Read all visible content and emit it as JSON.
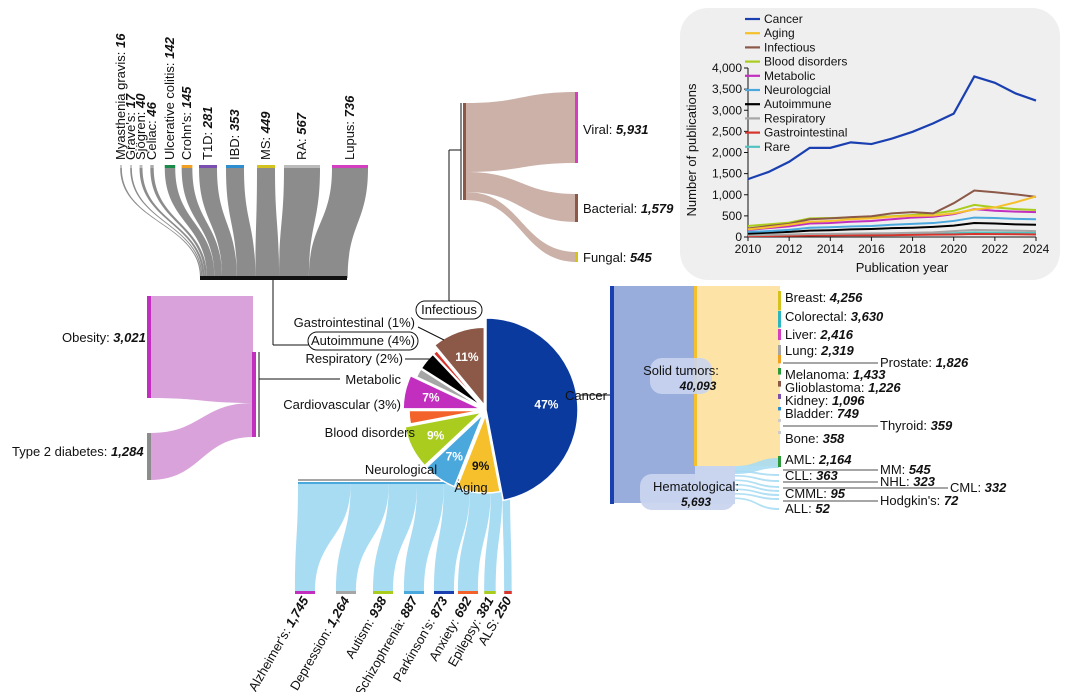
{
  "chart_data": [
    {
      "type": "pie",
      "slices": [
        {
          "label": "Cancer",
          "percent": 47,
          "pct_label": "47%",
          "color": "#0b3a9e"
        },
        {
          "label": "Aging",
          "percent": 9,
          "pct_label": "9%",
          "color": "#f5c02b"
        },
        {
          "label": "Neurological",
          "percent": 7,
          "pct_label": "7%",
          "color": "#4aa8dd"
        },
        {
          "label": "Blood disorders",
          "percent": 9,
          "pct_label": "9%",
          "color": "#a9cc1e"
        },
        {
          "label": "Cardiovascular (3%)",
          "percent": 3,
          "pct_label": "",
          "color": "#f2622a"
        },
        {
          "label": "Metabolic",
          "percent": 7,
          "pct_label": "7%",
          "color": "#c22fbf"
        },
        {
          "label": "Respiratory (2%)",
          "percent": 2,
          "pct_label": "",
          "color": "#a6a6a6"
        },
        {
          "label": "Autoimmune (4%)",
          "percent": 4,
          "pct_label": "",
          "color": "#000000"
        },
        {
          "label": "Gastrointestinal (1%)",
          "percent": 1,
          "pct_label": "",
          "color": "#d8342c"
        },
        {
          "label": "Infectious",
          "percent": 11,
          "pct_label": "11%",
          "color": "#8c5848"
        }
      ]
    },
    {
      "type": "sankey",
      "group": "Autoimmune",
      "items": [
        {
          "label": "Myasthenia gravis:",
          "value": "16"
        },
        {
          "label": "Grave's:",
          "value": "17"
        },
        {
          "label": "Sjögren:",
          "value": "40"
        },
        {
          "label": "Celiac:",
          "value": "46"
        },
        {
          "label": "Ulcerative colitis:",
          "value": "142"
        },
        {
          "label": "Crohn's:",
          "value": "145"
        },
        {
          "label": "T1D:",
          "value": "281"
        },
        {
          "label": "IBD:",
          "value": "353"
        },
        {
          "label": "MS:",
          "value": "449"
        },
        {
          "label": "RA:",
          "value": "567"
        },
        {
          "label": "Lupus:",
          "value": "736"
        }
      ]
    },
    {
      "type": "sankey",
      "group": "Infectious",
      "items": [
        {
          "label": "Viral:",
          "value": "5,931"
        },
        {
          "label": "Bacterial:",
          "value": "1,579"
        },
        {
          "label": "Fungal:",
          "value": "545"
        }
      ]
    },
    {
      "type": "sankey",
      "group": "Metabolic",
      "items": [
        {
          "label": "Obesity:",
          "value": "3,021"
        },
        {
          "label": "Type 2 diabetes:",
          "value": "1,284"
        }
      ]
    },
    {
      "type": "sankey",
      "group": "Neurological",
      "items": [
        {
          "label": "Alzheimer's:",
          "value": "1,745"
        },
        {
          "label": "Depression:",
          "value": "1,264"
        },
        {
          "label": "Autism:",
          "value": "938"
        },
        {
          "label": "Schizophrenia:",
          "value": "887"
        },
        {
          "label": "Parkinson's:",
          "value": "873"
        },
        {
          "label": "Anxiety:",
          "value": "692"
        },
        {
          "label": "Epilepsy:",
          "value": "381"
        },
        {
          "label": "ALS:",
          "value": "250"
        }
      ]
    },
    {
      "type": "sankey",
      "group": "Cancer",
      "subgroups": [
        {
          "label": "Solid tumors:",
          "value": "40,093",
          "items": [
            {
              "label": "Breast:",
              "value": "4,256"
            },
            {
              "label": "Colorectal:",
              "value": "3,630"
            },
            {
              "label": "Liver:",
              "value": "2,416"
            },
            {
              "label": "Lung:",
              "value": "2,319"
            },
            {
              "label": "Prostate:",
              "value": "1,826"
            },
            {
              "label": "Melanoma:",
              "value": "1,433"
            },
            {
              "label": "Glioblastoma:",
              "value": "1,226"
            },
            {
              "label": "Kidney:",
              "value": "1,096"
            },
            {
              "label": "Bladder:",
              "value": "749"
            },
            {
              "label": "Thyroid:",
              "value": "359"
            },
            {
              "label": "Bone:",
              "value": "358"
            }
          ]
        },
        {
          "label": "Hematological:",
          "value": "5,693",
          "items": [
            {
              "label": "AML:",
              "value": "2,164"
            },
            {
              "label": "MM:",
              "value": "545"
            },
            {
              "label": "CLL:",
              "value": "363"
            },
            {
              "label": "NHL:",
              "value": "323"
            },
            {
              "label": "CML:",
              "value": "332"
            },
            {
              "label": "CMML:",
              "value": "95"
            },
            {
              "label": "Hodgkin's:",
              "value": "72"
            },
            {
              "label": "ALL:",
              "value": "52"
            }
          ]
        }
      ]
    },
    {
      "type": "line",
      "xlabel": "Publication year",
      "ylabel": "Number of publications",
      "xlim": [
        2010,
        2024
      ],
      "ylim": [
        0,
        4000
      ],
      "xticks": [
        2010,
        2012,
        2014,
        2016,
        2018,
        2020,
        2022,
        2024
      ],
      "yticks": [
        0,
        500,
        1000,
        1500,
        2000,
        2500,
        3000,
        3500,
        4000
      ],
      "ytick_labels": [
        "0",
        "500",
        "1,000",
        "1,500",
        "2,000",
        "2,500",
        "3,000",
        "3,500",
        "4,000"
      ],
      "legend_position": "top-left",
      "x": [
        2010,
        2011,
        2012,
        2013,
        2014,
        2015,
        2016,
        2017,
        2018,
        2019,
        2020,
        2021,
        2022,
        2023,
        2024
      ],
      "series": [
        {
          "name": "Cancer",
          "color": "#1a3fb0",
          "values": [
            1370,
            1540,
            1780,
            2110,
            2110,
            2240,
            2200,
            2330,
            2490,
            2690,
            2920,
            3800,
            3650,
            3400,
            3230
          ]
        },
        {
          "name": "Aging",
          "color": "#f5c02b",
          "values": [
            180,
            230,
            290,
            360,
            380,
            420,
            440,
            480,
            500,
            510,
            560,
            650,
            700,
            820,
            960
          ]
        },
        {
          "name": "Infectious",
          "color": "#8c5848",
          "values": [
            200,
            260,
            310,
            420,
            440,
            470,
            490,
            560,
            590,
            560,
            800,
            1100,
            1060,
            1010,
            950
          ]
        },
        {
          "name": "Blood disorders",
          "color": "#a9cc1e",
          "values": [
            260,
            300,
            340,
            440,
            450,
            460,
            470,
            490,
            520,
            560,
            620,
            760,
            700,
            660,
            640
          ]
        },
        {
          "name": "Metabolic",
          "color": "#c22fbf",
          "values": [
            170,
            210,
            250,
            320,
            330,
            360,
            380,
            420,
            460,
            480,
            540,
            660,
            620,
            600,
            590
          ]
        },
        {
          "name": "Neurologcial",
          "color": "#4aa8dd",
          "values": [
            120,
            140,
            170,
            220,
            230,
            250,
            260,
            290,
            310,
            330,
            380,
            460,
            450,
            430,
            420
          ]
        },
        {
          "name": "Autoimmune",
          "color": "#000000",
          "values": [
            80,
            100,
            120,
            150,
            160,
            180,
            190,
            210,
            220,
            240,
            270,
            330,
            320,
            300,
            290
          ]
        },
        {
          "name": "Respiratory",
          "color": "#a6a6a6",
          "values": [
            40,
            50,
            60,
            70,
            75,
            80,
            85,
            90,
            100,
            110,
            140,
            170,
            160,
            150,
            140
          ]
        },
        {
          "name": "Gastrointestinal",
          "color": "#d8342c",
          "values": [
            20,
            25,
            30,
            35,
            38,
            40,
            42,
            45,
            50,
            55,
            60,
            70,
            68,
            65,
            60
          ]
        },
        {
          "name": "Rare",
          "color": "#55c2c2",
          "values": [
            30,
            35,
            40,
            50,
            55,
            60,
            62,
            65,
            70,
            75,
            90,
            110,
            105,
            100,
            95
          ]
        }
      ]
    }
  ]
}
